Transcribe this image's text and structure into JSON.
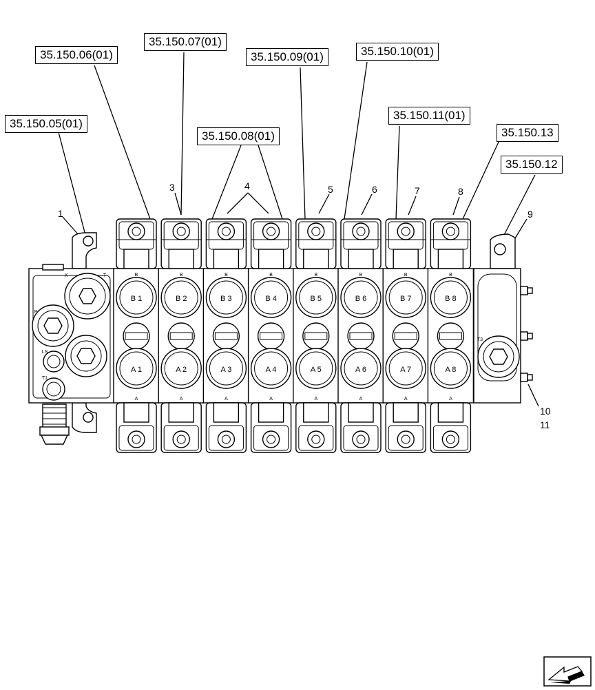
{
  "references": [
    {
      "id": "r05",
      "label": "35.150.05(01)"
    },
    {
      "id": "r06",
      "label": "35.150.06(01)"
    },
    {
      "id": "r07",
      "label": "35.150.07(01)"
    },
    {
      "id": "r08",
      "label": "35.150.08(01)"
    },
    {
      "id": "r09",
      "label": "35.150.09(01)"
    },
    {
      "id": "r10",
      "label": "35.150.10(01)"
    },
    {
      "id": "r11",
      "label": "35.150.11(01)"
    },
    {
      "id": "r13",
      "label": "35.150.13"
    },
    {
      "id": "r12",
      "label": "35.150.12"
    }
  ],
  "callouts": [
    "1",
    "3",
    "4",
    "5",
    "6",
    "7",
    "8",
    "9",
    "10",
    "11"
  ],
  "sections": {
    "b_ports": [
      "B 1",
      "B 2",
      "B 3",
      "B 4",
      "B 5",
      "B 6",
      "B 7",
      "B 8"
    ],
    "a_ports": [
      "A 1",
      "A 2",
      "A 3",
      "A 4",
      "A 5",
      "A 6",
      "A 7",
      "A 8"
    ],
    "top_letter": "B",
    "bottom_letter": "A"
  },
  "inlet": {
    "port_p": "P",
    "port_ls": "LS",
    "port_t1": "T1",
    "port_t": "T",
    "port_x": "X"
  },
  "outlet": {
    "port_t3": "T3"
  },
  "nav_icon": "next-page-arrow-icon"
}
